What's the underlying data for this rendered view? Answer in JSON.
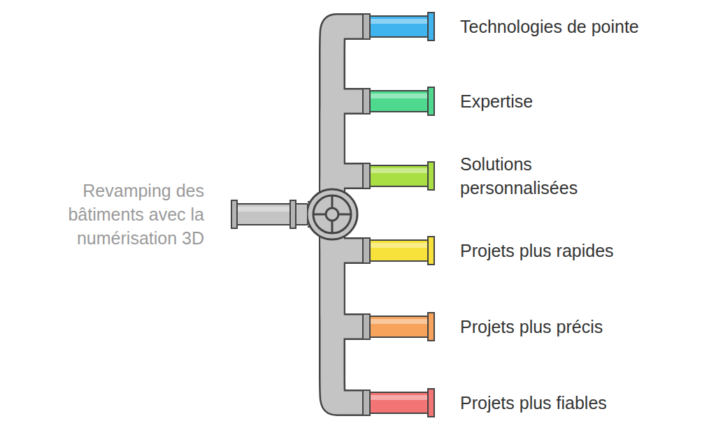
{
  "diagram": {
    "nodes": [
      {
        "text": [
          "Revamping des bâtiments avec la numérisation 3D"
        ]
      },
      {
        "text": [
          "Technologies de pointe"
        ]
      },
      {
        "text": [
          "Expertise"
        ]
      },
      {
        "text": [
          "Solutions personnalisées"
        ]
      },
      {
        "text": [
          "Projets plus rapides"
        ]
      },
      {
        "text": [
          "Projets plus précis"
        ]
      },
      {
        "text": [
          "Projets plus fiables"
        ]
      }
    ],
    "edges": [
      {
        "from": 0,
        "to": 1,
        "arrow": "none"
      },
      {
        "from": 0,
        "to": 2,
        "arrow": "none"
      },
      {
        "from": 0,
        "to": 3,
        "arrow": "none"
      },
      {
        "from": 0,
        "to": 4,
        "arrow": "none"
      },
      {
        "from": 0,
        "to": 5,
        "arrow": "none"
      },
      {
        "from": 0,
        "to": 6,
        "arrow": "none"
      }
    ]
  }
}
